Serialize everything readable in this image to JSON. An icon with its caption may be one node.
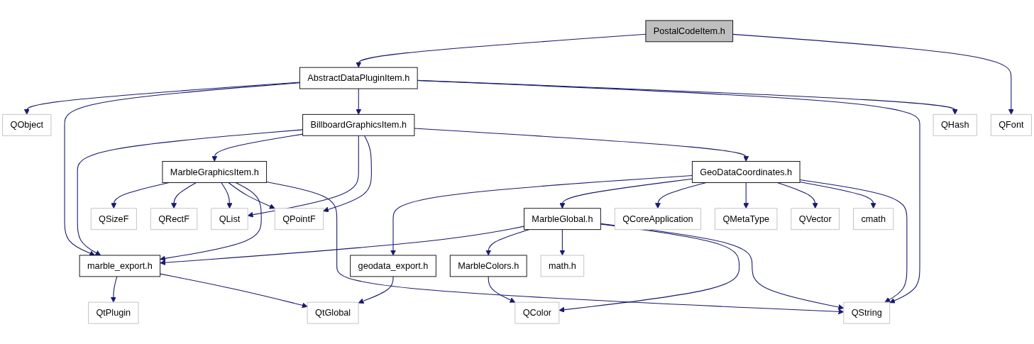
{
  "diagram": {
    "nodes": [
      {
        "text": [
          "PostalCodeItem.h"
        ]
      },
      {
        "text": [
          "AbstractDataPluginItem.h"
        ]
      },
      {
        "text": [
          "QFont"
        ]
      },
      {
        "text": [
          "QObject"
        ]
      },
      {
        "text": [
          "BillboardGraphicsItem.h"
        ]
      },
      {
        "text": [
          "QHash"
        ]
      },
      {
        "text": [
          "MarbleGraphicsItem.h"
        ]
      },
      {
        "text": [
          "GeoDataCoordinates.h"
        ]
      },
      {
        "text": [
          "QSizeF"
        ]
      },
      {
        "text": [
          "QRectF"
        ]
      },
      {
        "text": [
          "QList"
        ]
      },
      {
        "text": [
          "QPointF"
        ]
      },
      {
        "text": [
          "MarbleGlobal.h"
        ]
      },
      {
        "text": [
          "QCoreApplication"
        ]
      },
      {
        "text": [
          "QMetaType"
        ]
      },
      {
        "text": [
          "QVector"
        ]
      },
      {
        "text": [
          "cmath"
        ]
      },
      {
        "text": [
          "marble_export.h"
        ]
      },
      {
        "text": [
          "geodata_export.h"
        ]
      },
      {
        "text": [
          "MarbleColors.h"
        ]
      },
      {
        "text": [
          "math.h"
        ]
      },
      {
        "text": [
          "QString"
        ]
      },
      {
        "text": [
          "QtPlugin"
        ]
      },
      {
        "text": [
          "QtGlobal"
        ]
      },
      {
        "text": [
          "QColor"
        ]
      }
    ],
    "edges": [
      {
        "from": 0,
        "to": 1,
        "arrow": "to"
      },
      {
        "from": 0,
        "to": 2,
        "arrow": "to"
      },
      {
        "from": 1,
        "to": 3,
        "arrow": "to"
      },
      {
        "from": 1,
        "to": 17,
        "arrow": "to"
      },
      {
        "from": 1,
        "to": 4,
        "arrow": "to"
      },
      {
        "from": 1,
        "to": 21,
        "arrow": "to"
      },
      {
        "from": 1,
        "to": 5,
        "arrow": "to"
      },
      {
        "from": 4,
        "to": 17,
        "arrow": "to"
      },
      {
        "from": 4,
        "to": 6,
        "arrow": "to"
      },
      {
        "from": 4,
        "to": 10,
        "arrow": "to"
      },
      {
        "from": 4,
        "to": 11,
        "arrow": "to"
      },
      {
        "from": 4,
        "to": 7,
        "arrow": "to"
      },
      {
        "from": 6,
        "to": 8,
        "arrow": "to"
      },
      {
        "from": 6,
        "to": 9,
        "arrow": "to"
      },
      {
        "from": 6,
        "to": 10,
        "arrow": "to"
      },
      {
        "from": 6,
        "to": 11,
        "arrow": "to"
      },
      {
        "from": 6,
        "to": 17,
        "arrow": "to"
      },
      {
        "from": 6,
        "to": 21,
        "arrow": "to"
      },
      {
        "from": 7,
        "to": 18,
        "arrow": "to"
      },
      {
        "from": 7,
        "to": 12,
        "arrow": "to"
      },
      {
        "from": 7,
        "to": 13,
        "arrow": "to"
      },
      {
        "from": 7,
        "to": 14,
        "arrow": "to"
      },
      {
        "from": 7,
        "to": 15,
        "arrow": "to"
      },
      {
        "from": 7,
        "to": 16,
        "arrow": "to"
      },
      {
        "from": 7,
        "to": 21,
        "arrow": "to"
      },
      {
        "from": 12,
        "to": 17,
        "arrow": "to"
      },
      {
        "from": 12,
        "to": 19,
        "arrow": "to"
      },
      {
        "from": 12,
        "to": 20,
        "arrow": "to"
      },
      {
        "from": 12,
        "to": 24,
        "arrow": "to"
      },
      {
        "from": 12,
        "to": 21,
        "arrow": "to"
      },
      {
        "from": 17,
        "to": 22,
        "arrow": "to"
      },
      {
        "from": 17,
        "to": 23,
        "arrow": "to"
      },
      {
        "from": 18,
        "to": 23,
        "arrow": "to"
      },
      {
        "from": 19,
        "to": 24,
        "arrow": "to"
      }
    ]
  }
}
